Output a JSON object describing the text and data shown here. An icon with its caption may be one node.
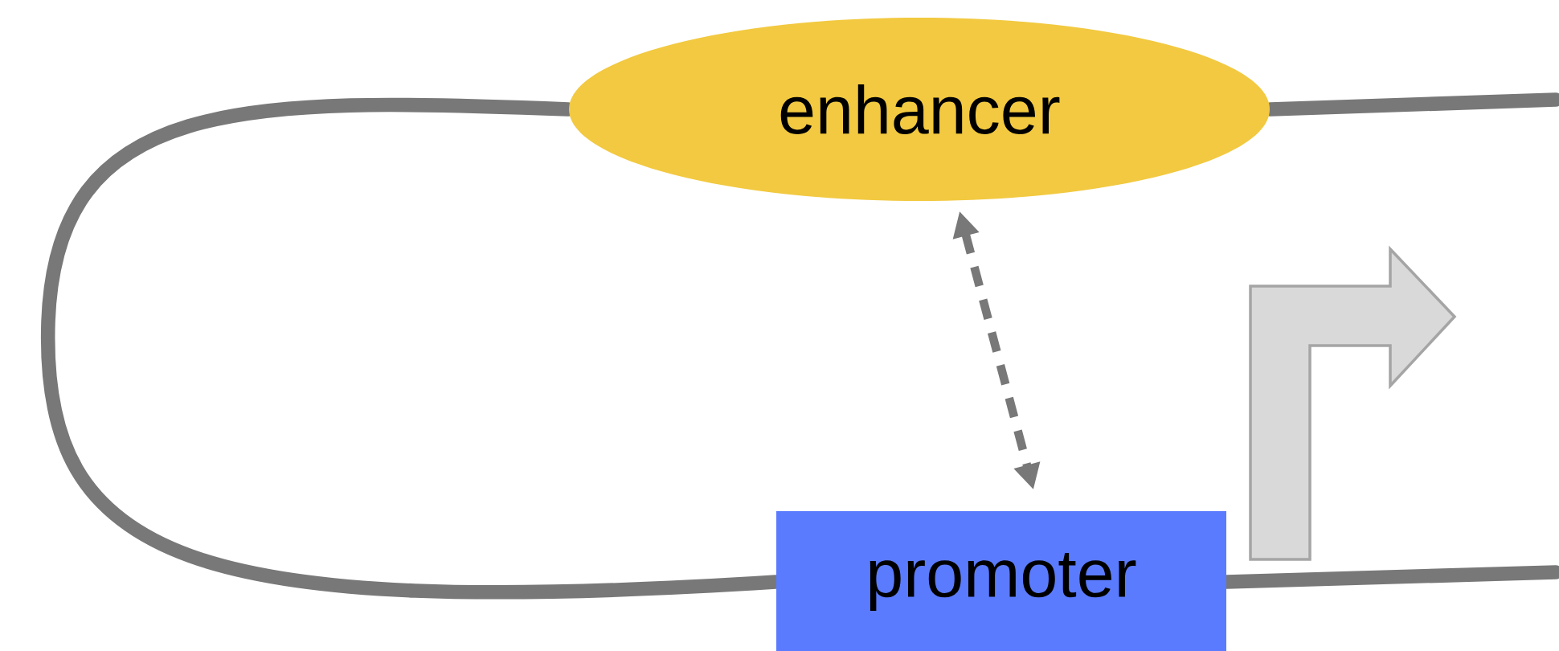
{
  "diagram": {
    "nodes": [
      {
        "text": [
          "enhancer"
        ]
      },
      {
        "text": [
          "promoter"
        ]
      }
    ],
    "edges": [
      {
        "from": 0,
        "to": 1,
        "arrow": "both",
        "style": "dashed"
      },
      {
        "from": 0,
        "to": 1,
        "arrow": "none"
      },
      {
        "from": 0,
        "to": null,
        "arrow": "none"
      },
      {
        "from": 1,
        "to": null,
        "arrow": "none"
      }
    ]
  }
}
